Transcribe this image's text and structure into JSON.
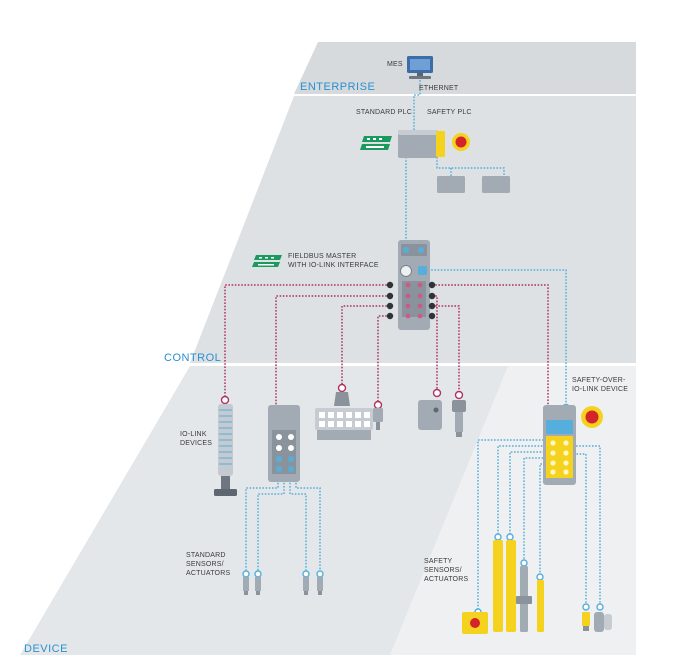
{
  "levels": {
    "enterprise": "ENTERPRISE",
    "control": "CONTROL",
    "device": "DEVICE"
  },
  "labels": {
    "mes": "MES",
    "ethernet": "ETHERNET",
    "standard_plc": "STANDARD PLC",
    "safety_plc": "SAFETY PLC",
    "fieldbus_line1": "FIELDBUS MASTER",
    "fieldbus_line2": "WITH IO-LINK INTERFACE",
    "safety_over_line1": "SAFETY-OVER-",
    "safety_over_line2": "IO-LINK DEVICE",
    "iolink_line1": "IO-LINK",
    "iolink_line2": "DEVICES",
    "standard_line1": "STANDARD",
    "standard_line2": "SENSORS/",
    "standard_line3": "ACTUATORS",
    "safety_line1": "SAFETY",
    "safety_line2": "SENSORS/",
    "safety_line3": "ACTUATORS"
  },
  "colors": {
    "band_dark": "#d6dadd",
    "band_light": "#e6e9eb",
    "level_text": "#2a8fd0",
    "iolink_wire": "#b0325f",
    "standard_wire": "#56aedc",
    "safety_yellow": "#f5d21e",
    "profinet_green": "#1a9a5e"
  },
  "icons": {
    "mes": "computer-monitor-icon",
    "plc": "plc-module-icon",
    "emergency_stop": "emergency-stop-icon",
    "logo": "profinet-profisafe-logo-icon"
  }
}
